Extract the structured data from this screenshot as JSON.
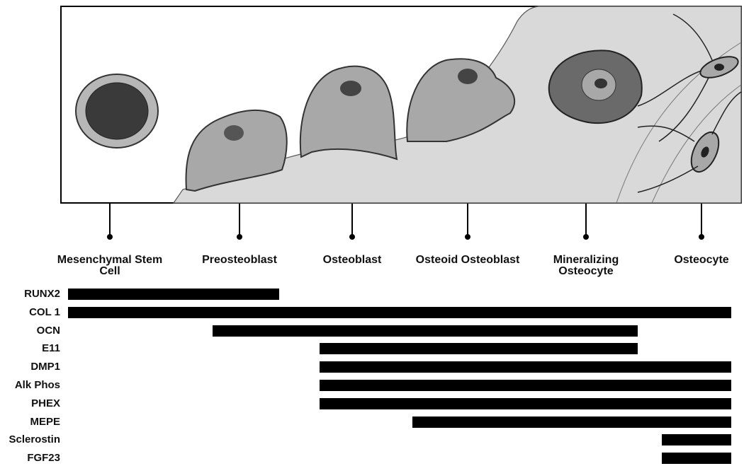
{
  "stages": [
    {
      "id": "msc",
      "lines": [
        "Mesenchymal Stem",
        "Cell"
      ]
    },
    {
      "id": "preosteoblast",
      "lines": [
        "Preosteoblast"
      ]
    },
    {
      "id": "osteoblast",
      "lines": [
        "Osteoblast"
      ]
    },
    {
      "id": "osteoid-osteoblast",
      "lines": [
        "Osteoid Osteoblast"
      ]
    },
    {
      "id": "mineralizing-osteocyte",
      "lines": [
        "Mineralizing",
        "Osteocyte"
      ]
    },
    {
      "id": "osteocyte",
      "lines": [
        "Osteocyte"
      ]
    }
  ],
  "markers": [
    {
      "name": "RUNX2",
      "start": "msc",
      "end": "preosteoblast"
    },
    {
      "name": "COL 1",
      "start": "msc",
      "end": "osteocyte"
    },
    {
      "name": "OCN",
      "start": "preosteoblast",
      "end": "mineralizing-osteocyte"
    },
    {
      "name": "E11",
      "start": "osteoblast",
      "end": "mineralizing-osteocyte"
    },
    {
      "name": "DMP1",
      "start": "osteoblast",
      "end": "osteocyte"
    },
    {
      "name": "Alk Phos",
      "start": "osteoblast",
      "end": "osteocyte"
    },
    {
      "name": "PHEX",
      "start": "osteoblast",
      "end": "osteocyte"
    },
    {
      "name": "MEPE",
      "start": "osteoid-osteoblast",
      "end": "osteocyte"
    },
    {
      "name": "Sclerostin",
      "start": "osteocyte",
      "end": "osteocyte"
    },
    {
      "name": "FGF23",
      "start": "osteocyte",
      "end": "osteocyte"
    }
  ],
  "colors": {
    "ink": "#000000",
    "cell": "#a9a9a9",
    "matrix": "#d6d6d6"
  }
}
